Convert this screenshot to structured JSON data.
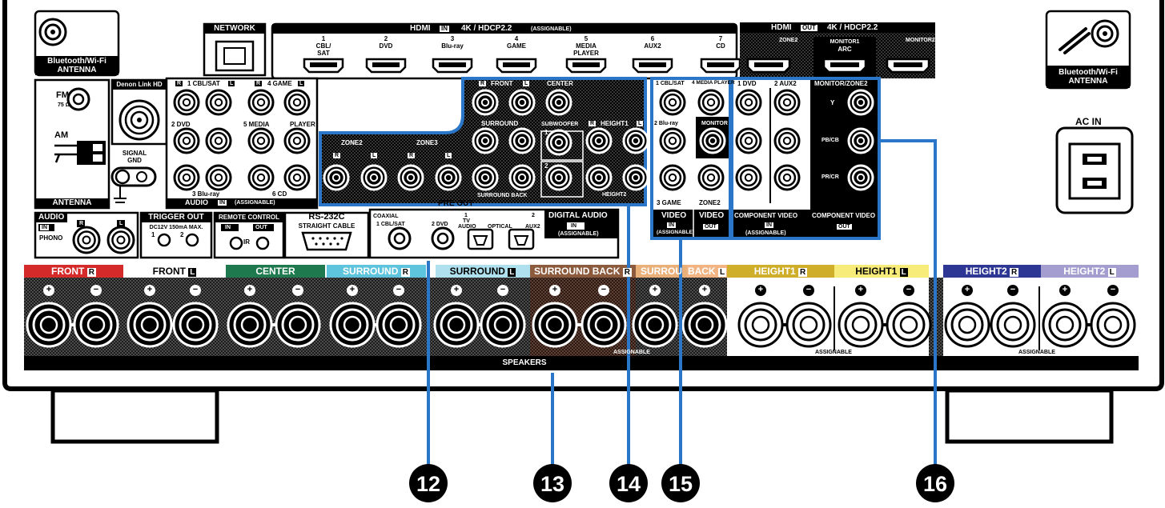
{
  "antenna": {
    "bt_left": [
      "Bluetooth/Wi-Fi",
      "ANTENNA"
    ],
    "bt_right": [
      "Bluetooth/Wi-Fi",
      "ANTENNA"
    ],
    "fm": "FM",
    "fm_ohm": "75 Ω",
    "am": "AM",
    "section": "ANTENNA",
    "signal_gnd": [
      "SIGNAL",
      "GND"
    ],
    "denon_link": "Denon Link HD"
  },
  "network": "NETWORK",
  "hdmi_in": {
    "title": "HDMI",
    "in": "IN",
    "spec": "4K / HDCP2.2",
    "assignable": "(ASSIGNABLE)",
    "ports": [
      {
        "num": "1",
        "name": "CBL/\nSAT"
      },
      {
        "num": "2",
        "name": "DVD"
      },
      {
        "num": "3",
        "name": "Blu-ray"
      },
      {
        "num": "4",
        "name": "GAME"
      },
      {
        "num": "5",
        "name": "MEDIA\nPLAYER"
      },
      {
        "num": "6",
        "name": "AUX2"
      },
      {
        "num": "7",
        "name": "CD"
      }
    ]
  },
  "hdmi_out": {
    "title": "HDMI",
    "out": "OUT",
    "spec": "4K / HDCP2.2",
    "zone2": "ZONE2",
    "monitor1": "MONITOR1",
    "arc": "ARC",
    "monitor2": "MONITOR2"
  },
  "audio_in": {
    "r": "R",
    "l": "L",
    "ch1": "1 CBL/SAT",
    "ch4": "4 GAME",
    "ch2": "2 DVD",
    "ch5": "5 MEDIA",
    "player": "PLAYER",
    "ch3": "3 Blu-ray",
    "ch6": "6 CD",
    "section": "AUDIO",
    "in": "IN",
    "assignable": "(ASSIGNABLE)"
  },
  "pre_out": {
    "front": "FRONT",
    "center": "CENTER",
    "surround": "SURROUND",
    "subwoofer": "SUBWOOFER",
    "sw1": "1",
    "sw2": "2",
    "height1": "HEIGHT1",
    "height2": "HEIGHT2",
    "zone2": "ZONE2",
    "zone3": "ZONE3",
    "surround_back": "SURROUND BACK",
    "section": "PRE OUT"
  },
  "video_in": {
    "ch1": "1 CBL/SAT",
    "ch4": "4 MEDIA PLAYER",
    "ch2": "2 Blu-ray",
    "ch3": "3 GAME",
    "monitor": "MONITOR",
    "zone2": "ZONE2",
    "video": "VIDEO",
    "in": "IN",
    "out": "OUT",
    "assignable": "(ASSIGNABLE)"
  },
  "component": {
    "ch1": "1 DVD",
    "ch2": "2 AUX2",
    "monitor_zone2": "MONITOR/ZONE2",
    "y": "Y",
    "pb": "PB/CB",
    "pr": "PR/CR",
    "title": "COMPONENT VIDEO",
    "in": "IN",
    "out": "OUT",
    "assignable": "(ASSIGNABLE)"
  },
  "ac_in": "AC IN",
  "lower": {
    "audio": "AUDIO",
    "in": "IN",
    "phono": "PHONO",
    "r": "R",
    "l": "L",
    "trigger_out": "TRIGGER OUT",
    "trigger_spec": "DC12V 150mA MAX.",
    "t1": "1",
    "t2": "2",
    "remote": "REMOTE CONTROL",
    "remote_in": "IN",
    "remote_out": "OUT",
    "ir": "IR",
    "rs232c": "RS-232C",
    "straight_cable": "STRAIGHT CABLE",
    "coaxial": "COAXIAL",
    "coax1": "1 CBL/SAT",
    "coax2": "2 DVD",
    "opt1": [
      "1",
      "TV",
      "AUDIO"
    ],
    "optical": "OPTICAL",
    "opt2": "2",
    "aux2": "AUX2",
    "digital_audio": "DIGITAL AUDIO",
    "digital_in": "IN",
    "digital_assignable": "(ASSIGNABLE)"
  },
  "speakers": {
    "labels": [
      {
        "text": "FRONT",
        "ch": "R",
        "color": "#d42a2a"
      },
      {
        "text": "FRONT",
        "ch": "L",
        "color": "#ffffff"
      },
      {
        "text": "CENTER",
        "ch": "",
        "color": "#1e7a4e"
      },
      {
        "text": "SURROUND",
        "ch": "R",
        "color": "#5ec3dc"
      },
      {
        "text": "SURROUND",
        "ch": "L",
        "color": "#aee0ee"
      },
      {
        "text": "SURROUND BACK",
        "ch": "R",
        "color": "#8c5a3c"
      },
      {
        "text": "SURROU",
        "ch": "",
        "color": "#eab07a"
      },
      {
        "text": "BACK",
        "ch": "L",
        "color": "#f2b482"
      },
      {
        "text": "HEIGHT1",
        "ch": "R",
        "color": "#cfae2a"
      },
      {
        "text": "HEIGHT1",
        "ch": "L",
        "color": "#f7ec7a"
      },
      {
        "text": "HEIGHT2",
        "ch": "R",
        "color": "#2f3795"
      },
      {
        "text": "HEIGHT2",
        "ch": "L",
        "color": "#a49ed0"
      }
    ],
    "plus": "+",
    "minus": "−",
    "assignable": "ASSIGNABLE",
    "section": "SPEAKERS"
  },
  "callouts": [
    {
      "num": "12",
      "color": "#2a77c9"
    },
    {
      "num": "13",
      "color": "#2a77c9"
    },
    {
      "num": "14",
      "color": "#2a77c9"
    },
    {
      "num": "15",
      "color": "#2a77c9"
    },
    {
      "num": "16",
      "color": "#2a77c9"
    }
  ]
}
